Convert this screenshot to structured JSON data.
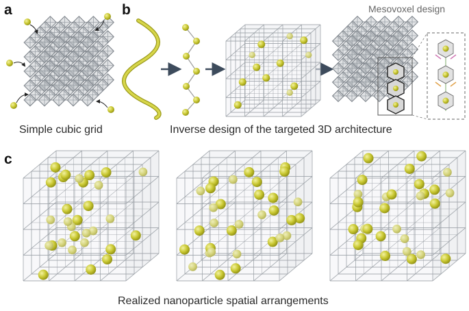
{
  "panels": {
    "a": {
      "letter": "a",
      "caption": "Simple cubic grid"
    },
    "b": {
      "letter": "b",
      "caption": "Inverse design of the targeted 3D architecture",
      "corner_title": "Mesovoxel design"
    },
    "c": {
      "letter": "c",
      "caption": "Realized nanoparticle spatial arrangements"
    }
  },
  "colors": {
    "particle": "#c9c832",
    "particle_dark": "#8f8f12",
    "frame": "#9a9a9a",
    "lattice": "#8a8a8a",
    "arrow": "#3d4b5c"
  },
  "icons": {
    "arrow": "right-arrow-icon",
    "curved_arrow": "curved-arrow-icon"
  }
}
